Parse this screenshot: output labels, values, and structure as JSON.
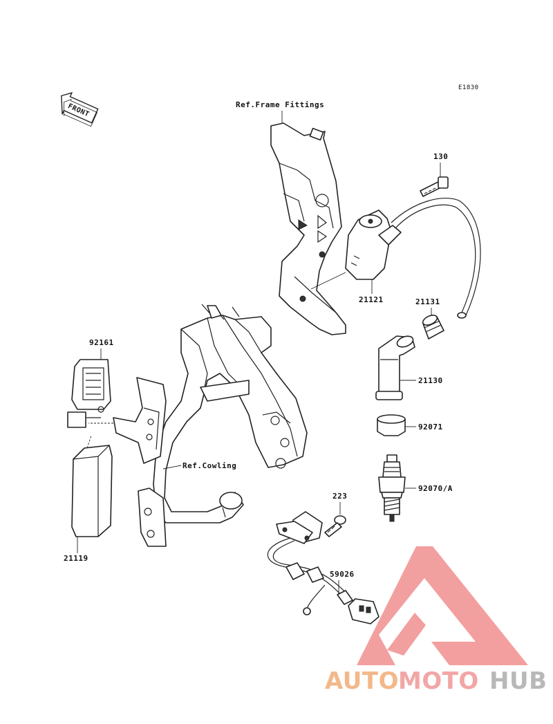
{
  "diagram": {
    "code": "E1830",
    "front_arrow_label": "FRONT",
    "refs": {
      "frame_fittings": "Ref.Frame Fittings",
      "cowling": "Ref.Cowling"
    },
    "parts": {
      "bolt_130": "130",
      "ignition_coil": "21121",
      "cap_seal": "21131",
      "plug_cap": "21130",
      "cap_92071": "92071",
      "spark_plug": "92070/A",
      "screw_223": "223",
      "wire_harness": "59026",
      "holder_92161": "92161",
      "igniter": "21119"
    }
  },
  "watermark": {
    "auto": "AUTO",
    "moto": "MOTO",
    "hub": "HUB",
    "colors": {
      "auto": "#f3b88a",
      "moto": "#f2a6a6",
      "hub": "#b8b8b8",
      "logo": "#f29a9a"
    }
  }
}
